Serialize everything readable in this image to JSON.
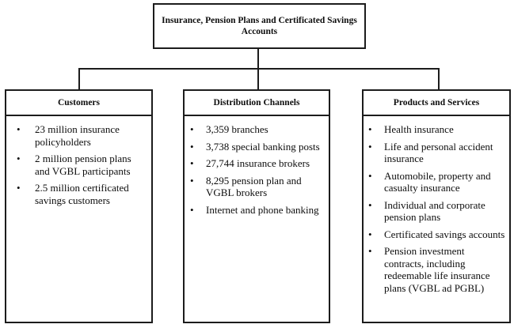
{
  "diagram": {
    "root": {
      "title_lines": [
        "Insurance, Pension Plans and Certificated Savings",
        "Accounts"
      ]
    },
    "columns": [
      {
        "header": "Customers",
        "items": [
          "23 million insurance policyholders",
          "2 million pension plans and VGBL participants",
          "2.5 million certificated savings customers"
        ]
      },
      {
        "header": "Distribution Channels",
        "items": [
          "3,359 branches",
          "3,738 special banking posts",
          "27,744 insurance brokers",
          "8,295 pension plan and VGBL brokers",
          "Internet and phone banking"
        ]
      },
      {
        "header": "Products and Services",
        "items": [
          "Health insurance",
          "Life and personal accident insurance",
          "Automobile, property and casualty insurance",
          "Individual and corporate pension plans",
          "Certificated savings accounts",
          "Pension investment contracts, including redeemable life insurance plans (VGBL ad PGBL)"
        ]
      }
    ],
    "colors": {
      "background": "#ffffff",
      "border": "#1c1c1c",
      "text": "#0d0d0d"
    }
  }
}
